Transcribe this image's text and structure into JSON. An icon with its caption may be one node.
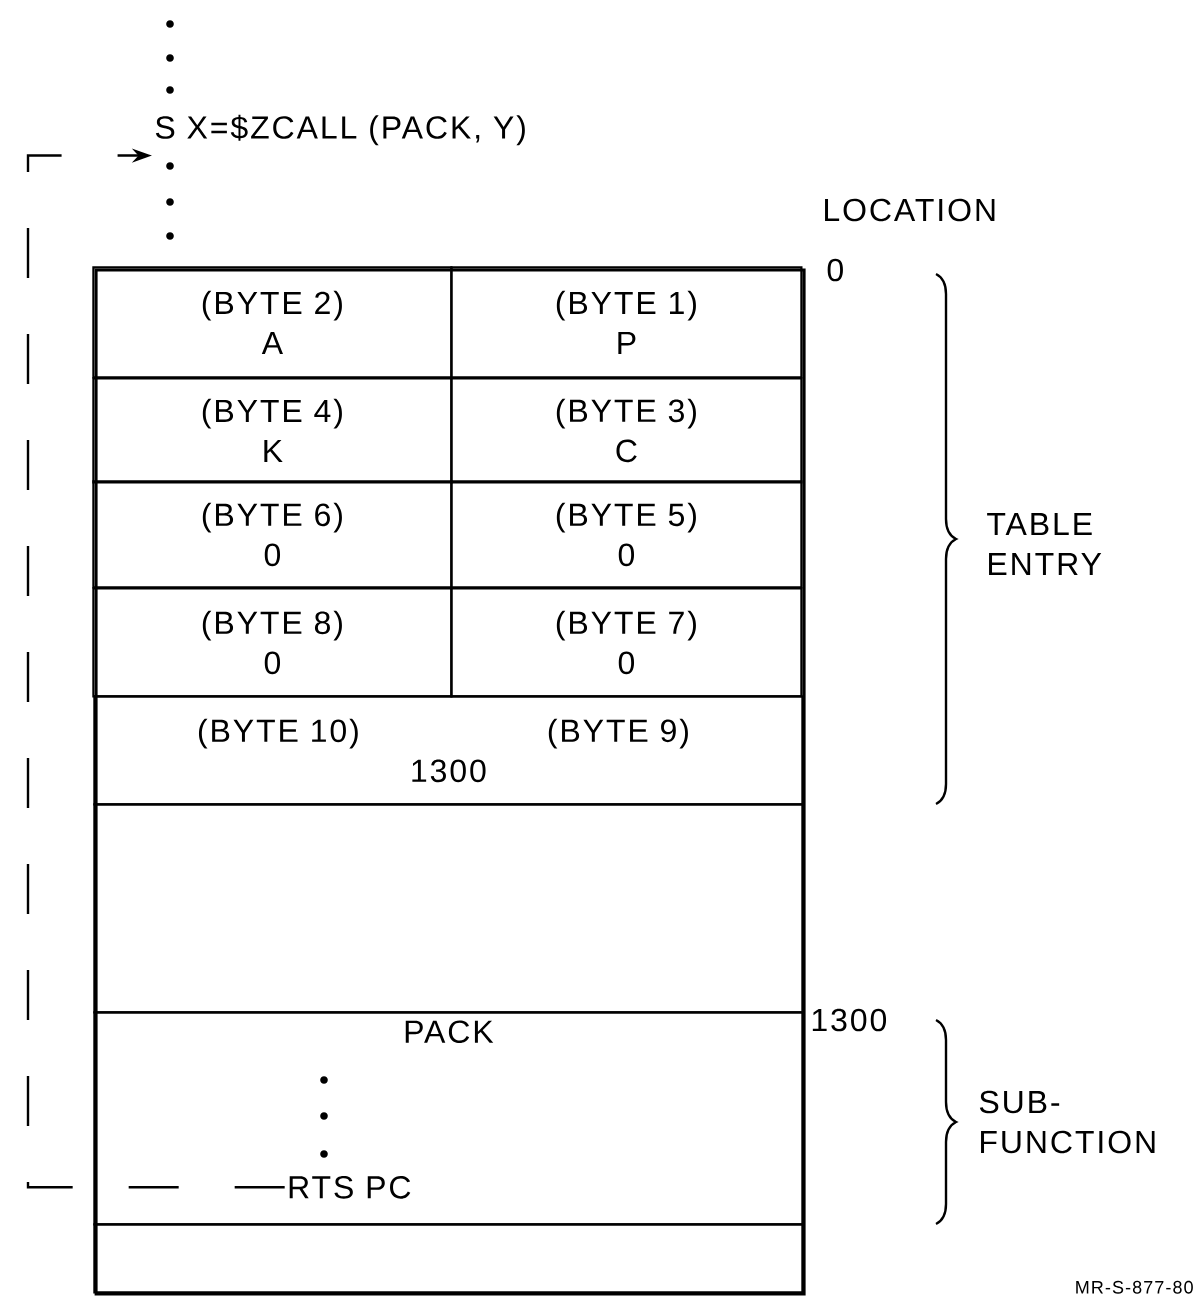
{
  "diagram": {
    "nodes": [
      {
        "text": [
          "S X=$ZCALL (PACK, Y)"
        ]
      },
      {
        "text": [],
        "shape": "box"
      },
      {
        "text": [
          "(BYTE 2)",
          "A"
        ],
        "in": 1
      },
      {
        "text": [
          "(BYTE 1)",
          "P"
        ],
        "in": 1
      },
      {
        "text": [
          "(BYTE 4)",
          "K"
        ],
        "in": 1
      },
      {
        "text": [
          "(BYTE 3)",
          "C"
        ],
        "in": 1
      },
      {
        "text": [
          "(BYTE 6)",
          "0"
        ],
        "in": 1
      },
      {
        "text": [
          "(BYTE 5)",
          "0"
        ],
        "in": 1
      },
      {
        "text": [
          "(BYTE 8)",
          "0"
        ],
        "in": 1
      },
      {
        "text": [
          "(BYTE 7)",
          "0"
        ],
        "in": 1
      },
      {
        "text": [
          "(BYTE 10)",
          "(BYTE 9)",
          "1300"
        ],
        "in": 1
      },
      {
        "text": [],
        "shape": "box",
        "in": 1
      },
      {
        "text": [
          "PACK"
        ],
        "in": 1
      },
      {
        "text": [
          "RTS PC"
        ],
        "in": 12
      },
      {
        "text": [],
        "shape": "box",
        "in": 1
      }
    ],
    "edges": [
      {
        "from": 13,
        "to": 0,
        "arrow": "to",
        "style": "dashed"
      }
    ],
    "labels": [
      "LOCATION",
      "0",
      "TABLE ENTRY",
      "1300",
      "SUB-FUNCTION",
      "MR-S-877-80"
    ]
  }
}
